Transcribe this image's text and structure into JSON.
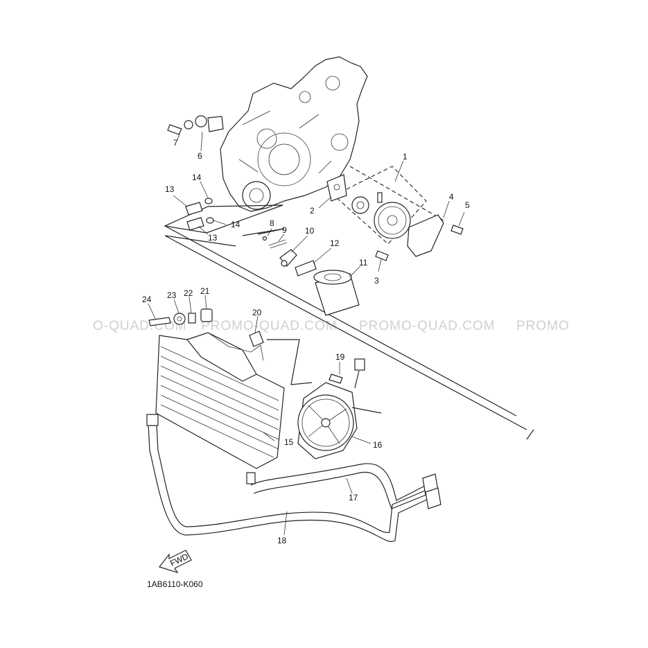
{
  "diagram": {
    "code": "1AB6110-K060",
    "fwd_label": "FWD",
    "watermarks": [
      "O-QUAD.COM",
      "PROMO-QUAD.COM",
      "PROMO-QUAD.COM",
      "PROMO"
    ],
    "callouts": {
      "c1": "1",
      "c2": "2",
      "c3": "3",
      "c4": "4",
      "c5": "5",
      "c6": "6",
      "c7": "7",
      "c8": "8",
      "c9": "9",
      "c10": "10",
      "c11": "11",
      "c12": "12",
      "c13a": "13",
      "c13b": "13",
      "c14a": "14",
      "c14b": "14",
      "c15": "15",
      "c16": "16",
      "c17": "17",
      "c18": "18",
      "c19": "19",
      "c20": "20",
      "c21": "21",
      "c22": "22",
      "c23": "23",
      "c24": "24"
    }
  }
}
